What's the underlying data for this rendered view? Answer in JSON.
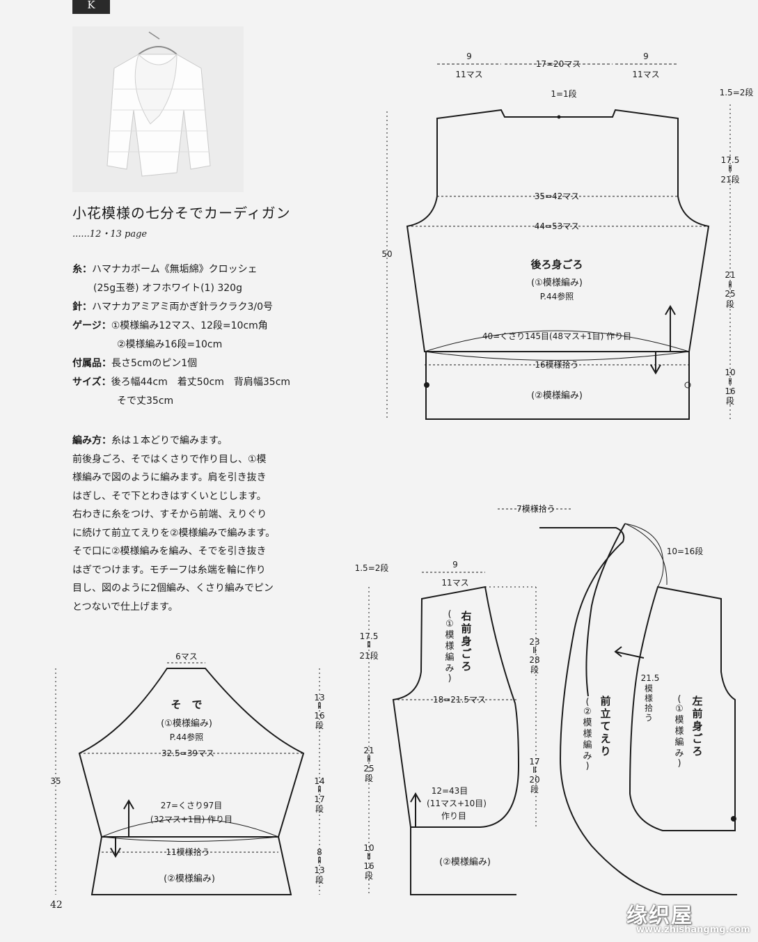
{
  "header": {
    "tag": "K"
  },
  "title": "小花模様の七分そでカーディガン",
  "page_ref": "......12・13 page",
  "specs": [
    {
      "label": "糸：",
      "value": "ハマナカボーム《無垢綿》クロッシェ"
    },
    {
      "label": "",
      "value": "(25g玉巻) オフホワイト(1) 320g"
    },
    {
      "label": "針：",
      "value": "ハマナカアミアミ両かぎ針ラクラク3/0号"
    },
    {
      "label": "ゲージ：",
      "value": "①模様編み12マス、12段=10cm角"
    },
    {
      "label": "",
      "value": "②模様編み16段=10cm"
    },
    {
      "label": "付属品：",
      "value": "長さ5cmのピン1個"
    },
    {
      "label": "サイズ：",
      "value": "後ろ幅44cm　着丈50cm　背肩幅35cm"
    },
    {
      "label": "",
      "value": "そで丈35cm"
    }
  ],
  "method": {
    "label": "編み方：",
    "lines": [
      "糸は１本どりで編みます。",
      "前後身ごろ、そではくさりで作り目し、①模",
      "様編みで図のように編みます。肩を引き抜き",
      "はぎし、そで下とわきはすくいとじします。",
      "右わきに糸をつけ、すそから前端、えりぐり",
      "に続けて前立てえりを②模様編みで編みます。",
      "そで口に②模様編みを編み、そでを引き抜き",
      "はぎでつけます。モチーフは糸端を輪に作り",
      "目し、図のように2個編み、くさり編みでピン",
      "とつないで仕上げます。"
    ]
  },
  "back": {
    "name": "後ろ身ごろ",
    "pattern": "(①模様編み)",
    "ref": "P.44参照",
    "top_left": [
      "9",
      "11マス"
    ],
    "top_mid": "17=20マス",
    "top_right": [
      "9",
      "11マス"
    ],
    "neck": "1=1段",
    "shoulder_w": "35=42マス",
    "body_w": "44=53マス",
    "cast_on": "40=くさり145目(48マス+1目) 作り目",
    "pick_up": "16模様拾う",
    "hem": "(②模様編み)",
    "height": "50",
    "r1": "1.5=2段",
    "r2": [
      "17.5",
      "21段"
    ],
    "r3": [
      "21",
      "25",
      "段"
    ],
    "r4": [
      "10",
      "16",
      "段"
    ]
  },
  "sleeve": {
    "name": "そ　で",
    "pattern": "(①模様編み)",
    "ref": "P.44参照",
    "top": "6マス",
    "width": "32.5=39マス",
    "cast_on": [
      "27=くさり97目",
      "(32マス+1目) 作り目"
    ],
    "pick_up": "11模様拾う",
    "cuff": "(②模様編み)",
    "height": "35",
    "r1": [
      "13",
      "16",
      "段"
    ],
    "r2": [
      "14",
      "17",
      "段"
    ],
    "r3": [
      "8",
      "13",
      "段"
    ]
  },
  "right_front": {
    "name": [
      "右",
      "前",
      "身",
      "ご",
      "ろ"
    ],
    "pattern": [
      "(",
      "①",
      "模",
      "様",
      "編",
      "み",
      ")"
    ],
    "top": [
      "9",
      "11マス"
    ],
    "r0": "1.5=2段",
    "left1": [
      "17.5",
      "21段"
    ],
    "left2": [
      "21",
      "25",
      "段"
    ],
    "left3": [
      "10",
      "16",
      "段"
    ],
    "mid1": [
      "23",
      "28",
      "段"
    ],
    "mid2": [
      "17",
      "20",
      "段"
    ],
    "width": "18=21.5マス",
    "cast_on": [
      "12=43目",
      "(11マス+10目)",
      "作り目"
    ],
    "hem": "(②模様編み)"
  },
  "front_band": {
    "name": [
      "前",
      "立",
      "て",
      "え",
      "り"
    ],
    "pattern": [
      "(",
      "②",
      "模",
      "様",
      "編",
      "み",
      ")"
    ],
    "pick_top": "7模様拾う",
    "pick_mid": "10=16段",
    "pick_side": [
      "21.5",
      "模",
      "様",
      "拾",
      "う"
    ]
  },
  "left_front": {
    "name": [
      "左",
      "前",
      "身",
      "ご",
      "ろ"
    ],
    "pattern": [
      "(",
      "①",
      "模",
      "様",
      "編",
      "み",
      ")"
    ]
  },
  "page_number": "42",
  "watermark": [
    "缘",
    "织",
    "屋"
  ],
  "watermark_url": "www.zhishangmg.com"
}
